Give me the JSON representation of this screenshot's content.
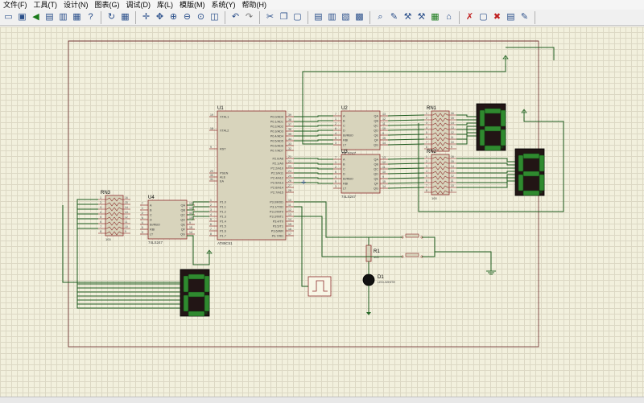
{
  "menubar": {
    "items": [
      "文件(F)",
      "工具(T)",
      "设计(N)",
      "图表(G)",
      "调试(D)",
      "库(L)",
      "模版(M)",
      "系统(Y)",
      "帮助(H)"
    ]
  },
  "toolbar": {
    "icons": [
      "new-icon",
      "open-icon",
      "save-icon",
      "import-icon",
      "export-icon",
      "print-icon",
      "help-icon",
      "refresh-icon",
      "grid-icon",
      "origin-icon",
      "pan-icon",
      "zoom-in-icon",
      "zoom-out-icon",
      "zoom-all-icon",
      "zoom-area-icon",
      "undo-icon",
      "redo-icon",
      "cut-icon",
      "copy-icon",
      "paste-icon",
      "block-copy-icon",
      "block-move-icon",
      "block-rotate-icon",
      "block-delete-icon",
      "pick-device-icon",
      "make-device-icon",
      "packaging-tool-icon",
      "decompose-icon",
      "wire-autorouter-icon",
      "search-tag-icon",
      "property-tool-icon",
      "new-sheet-icon",
      "remove-sheet-icon",
      "bill-of-materials-icon",
      "electrical-check-icon"
    ]
  },
  "schematic": {
    "u1": {
      "ref": "U1",
      "part": "AT89C51",
      "left_pins": [
        {
          "num": "19",
          "name": "XTAL1"
        },
        {
          "num": "18",
          "name": "XTAL2"
        },
        {
          "num": "9",
          "name": "RST"
        },
        {
          "num": "29",
          "name": "PSEN"
        },
        {
          "num": "30",
          "name": "ALE"
        },
        {
          "num": "31",
          "name": "EA"
        },
        {
          "num": "1",
          "name": "P1.0"
        },
        {
          "num": "2",
          "name": "P1.1"
        },
        {
          "num": "3",
          "name": "P1.2"
        },
        {
          "num": "4",
          "name": "P1.3"
        },
        {
          "num": "5",
          "name": "P1.4"
        },
        {
          "num": "6",
          "name": "P1.5"
        },
        {
          "num": "7",
          "name": "P1.6"
        },
        {
          "num": "8",
          "name": "P1.7"
        }
      ],
      "right_pins": [
        {
          "num": "39",
          "name": "P0.0/AD0"
        },
        {
          "num": "38",
          "name": "P0.1/AD1"
        },
        {
          "num": "37",
          "name": "P0.2/AD2"
        },
        {
          "num": "36",
          "name": "P0.3/AD3"
        },
        {
          "num": "35",
          "name": "P0.4/AD4"
        },
        {
          "num": "34",
          "name": "P0.5/AD5"
        },
        {
          "num": "33",
          "name": "P0.6/AD6"
        },
        {
          "num": "32",
          "name": "P0.7/AD7"
        },
        {
          "num": "21",
          "name": "P2.0/A8"
        },
        {
          "num": "22",
          "name": "P2.1/A9"
        },
        {
          "num": "23",
          "name": "P2.2/A10"
        },
        {
          "num": "24",
          "name": "P2.3/A11"
        },
        {
          "num": "25",
          "name": "P2.4/A12"
        },
        {
          "num": "26",
          "name": "P2.5/A13"
        },
        {
          "num": "27",
          "name": "P2.6/A14"
        },
        {
          "num": "28",
          "name": "P2.7/A15"
        },
        {
          "num": "10",
          "name": "P3.0/RXD"
        },
        {
          "num": "11",
          "name": "P3.1/TXD"
        },
        {
          "num": "12",
          "name": "P3.2/INT0"
        },
        {
          "num": "13",
          "name": "P3.3/INT1"
        },
        {
          "num": "14",
          "name": "P3.4/T0"
        },
        {
          "num": "15",
          "name": "P3.5/T1"
        },
        {
          "num": "16",
          "name": "P3.6/WR"
        },
        {
          "num": "17",
          "name": "P3.7/RD"
        }
      ]
    },
    "decoders": [
      {
        "ref": "U2",
        "part": "74LS247",
        "in_pins": [
          {
            "num": "7",
            "name": "A"
          },
          {
            "num": "1",
            "name": "B"
          },
          {
            "num": "2",
            "name": "C"
          },
          {
            "num": "6",
            "name": "D"
          },
          {
            "num": "4",
            "name": "BI/RBO"
          },
          {
            "num": "5",
            "name": "RBI"
          },
          {
            "num": "3",
            "name": "LT"
          }
        ],
        "out_pins": [
          {
            "num": "13",
            "name": "QA"
          },
          {
            "num": "12",
            "name": "QB"
          },
          {
            "num": "11",
            "name": "QC"
          },
          {
            "num": "10",
            "name": "QD"
          },
          {
            "num": "9",
            "name": "QE"
          },
          {
            "num": "15",
            "name": "QF"
          },
          {
            "num": "14",
            "name": "QG"
          }
        ]
      },
      {
        "ref": "U3",
        "part": "74LS247",
        "in_pins": [
          {
            "num": "7",
            "name": "A"
          },
          {
            "num": "1",
            "name": "B"
          },
          {
            "num": "2",
            "name": "C"
          },
          {
            "num": "6",
            "name": "D"
          },
          {
            "num": "4",
            "name": "BI/RBO"
          },
          {
            "num": "5",
            "name": "RBI"
          },
          {
            "num": "3",
            "name": "LT"
          }
        ],
        "out_pins": [
          {
            "num": "13",
            "name": "QA"
          },
          {
            "num": "12",
            "name": "QB"
          },
          {
            "num": "11",
            "name": "QC"
          },
          {
            "num": "10",
            "name": "QD"
          },
          {
            "num": "9",
            "name": "QE"
          },
          {
            "num": "15",
            "name": "QF"
          },
          {
            "num": "14",
            "name": "QG"
          }
        ]
      },
      {
        "ref": "U4",
        "part": "74LS247",
        "in_pins": [
          {
            "num": "7",
            "name": "A"
          },
          {
            "num": "1",
            "name": "B"
          },
          {
            "num": "2",
            "name": "C"
          },
          {
            "num": "6",
            "name": "D"
          },
          {
            "num": "4",
            "name": "BI/RBO"
          },
          {
            "num": "5",
            "name": "RBI"
          },
          {
            "num": "3",
            "name": "LT"
          }
        ],
        "out_pins": [
          {
            "num": "13",
            "name": "QA"
          },
          {
            "num": "12",
            "name": "QB"
          },
          {
            "num": "11",
            "name": "QC"
          },
          {
            "num": "10",
            "name": "QD"
          },
          {
            "num": "9",
            "name": "QE"
          },
          {
            "num": "15",
            "name": "QF"
          },
          {
            "num": "14",
            "name": "QG"
          }
        ]
      }
    ],
    "resistor_networks": [
      {
        "ref": "RN1",
        "value": "100",
        "left_pins": [
          "1",
          "2",
          "3",
          "4",
          "5",
          "6",
          "7",
          "8"
        ],
        "right_pins": [
          "16",
          "15",
          "14",
          "13",
          "12",
          "11",
          "10",
          "9"
        ]
      },
      {
        "ref": "RN2",
        "value": "100",
        "left_pins": [
          "1",
          "2",
          "3",
          "4",
          "5",
          "6",
          "7",
          "8"
        ],
        "right_pins": [
          "16",
          "15",
          "14",
          "13",
          "12",
          "11",
          "10",
          "9"
        ]
      },
      {
        "ref": "RN3",
        "value": "100",
        "left_pins": [
          "1",
          "2",
          "3",
          "4",
          "5",
          "6",
          "7",
          "8"
        ],
        "right_pins": [
          "16",
          "15",
          "14",
          "13",
          "12",
          "11",
          "10",
          "9"
        ]
      }
    ],
    "displays": [
      {
        "digit": "8"
      },
      {
        "digit": "8"
      },
      {
        "digit": "8"
      }
    ],
    "r1": {
      "ref": "R1",
      "value": "100"
    },
    "d1": {
      "ref": "D1",
      "part": "LED-WHITE"
    }
  },
  "colors": {
    "canvas_bg": "#f2f0dd",
    "grid": "#dcd8c4",
    "wire": "#1e5b1e",
    "component_body": "#d8d4bc",
    "component_outline": "#8b2a2a",
    "pin_text": "#3a3a3a",
    "label_text": "#000000",
    "seg_on": "#2f8a2f",
    "seg_off": "#153a15",
    "display_body": "#221515",
    "ground": "#2a6a2a"
  }
}
